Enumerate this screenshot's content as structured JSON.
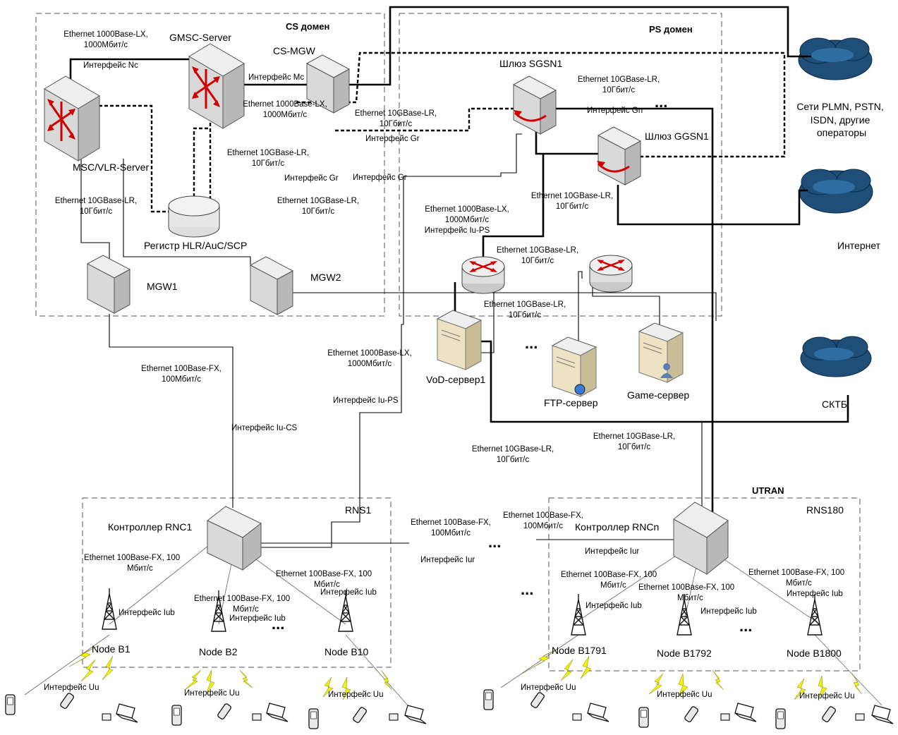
{
  "domains": {
    "cs": "CS домен",
    "ps": "PS домен",
    "utran": "UTRAN",
    "rns1": "RNS1",
    "rns180": "RNS180"
  },
  "nodes": {
    "gmsc": "GMSC-Server",
    "csmgw": "CS-MGW",
    "msc": "MSC/VLR-Server",
    "hlr": "Регистр HLR/AuC/SCP",
    "mgw1": "MGW1",
    "mgw2": "MGW2",
    "sgsn": "Шлюз SGSN1",
    "ggsn": "Шлюз GGSN1",
    "vod": "VoD-сервер1",
    "ftp": "FTP-сервер",
    "game": "Game-сервер",
    "rnc1": "Контроллер RNC1",
    "rncn": "Контроллер RNCn",
    "nb1": "Node B1",
    "nb2": "Node B2",
    "nb10": "Node B10",
    "nb1791": "Node B1791",
    "nb1792": "Node B1792",
    "nb1800": "Node B1800"
  },
  "clouds": {
    "plmn": [
      "Сети PLMN, PSTN,",
      "ISDN, другие",
      "операторы"
    ],
    "internet": "Интернет",
    "sktb": "СКТБ"
  },
  "labels": {
    "gbe_lx_a": [
      "Ethernet 1000Base-LX,",
      "1000Мбит/с"
    ],
    "nc": "Интерфейс Nc",
    "mc": "Интерфейс Mc",
    "gbe_lx_b": [
      "Ethernet 1000Base-LX,",
      "1000Мбит/с"
    ],
    "lr_sgsn": [
      "Ethernet 10GBase-LR,",
      "10Гбит/с"
    ],
    "gn": "Интерфейс Gn",
    "lr_cs1": [
      "Ethernet 10GBase-LR,",
      "10Гбит/с"
    ],
    "gr1": "Интерфейс Gr",
    "lr_cs2": [
      "Ethernet 10GBase-LR,",
      "10Гбит/с"
    ],
    "gr2": "Интерфейс Gr",
    "gr3": "Интерфейс Gr",
    "lr_msc": [
      "Ethernet 10GBase-LR,",
      "10Гбит/с"
    ],
    "lr_hlr": [
      "Ethernet 10GBase-LR,",
      "10Гбит/с"
    ],
    "lr_ggsn": [
      "Ethernet 10GBase-LR,",
      "10Гбит/с"
    ],
    "gbe_iups": [
      "Ethernet 1000Base-LX,",
      "1000Мбит/с",
      "Интерфейс Iu-PS"
    ],
    "lr_router": [
      "Ethernet 10GBase-LR,",
      "10Гбит/с"
    ],
    "lr_mid": [
      "Ethernet 10GBase-LR,",
      "10Гбит/с"
    ],
    "gbe_mid": [
      "Ethernet 1000Base-LX,",
      "1000Мбит/с"
    ],
    "fx_mgw1": [
      "Ethernet 100Base-FX,",
      "100Мбит/с"
    ],
    "iups": "Интерфейс Iu-PS",
    "iucs": "Интерфейс Iu-CS",
    "lr_low1": [
      "Ethernet 10GBase-LR,",
      "10Гбит/с"
    ],
    "lr_low2": [
      "Ethernet 10GBase-LR,",
      "10Гбит/с"
    ],
    "fx_iur1": [
      "Ethernet 100Base-FX,",
      "100Мбит/с"
    ],
    "fx_iur2": [
      "Ethernet 100Base-FX,",
      "100Мбит/с"
    ],
    "iur1": "Интерфейс Iur",
    "iur2": "Интерфейс Iur",
    "fx_nb1": [
      "Ethernet 100Base-FX, 100",
      "Мбит/с"
    ],
    "iub1": "Интерфейс Iub",
    "fx_nb2": [
      "Ethernet 100Base-FX, 100",
      "Мбит/с"
    ],
    "iub2": "Интерфейс Iub",
    "fx_nb10": [
      "Ethernet 100Base-FX, 100",
      "Мбит/с"
    ],
    "iub10": "Интерфейс Iub",
    "fx_nb1791": [
      "Ethernet 100Base-FX, 100",
      "Мбит/с"
    ],
    "iub1791": "Интерфейс Iub",
    "fx_nb1792": [
      "Ethernet 100Base-FX, 100",
      "Мбит/с"
    ],
    "iub1792": "Интерфейс Iub",
    "fx_nb1800": [
      "Ethernet 100Base-FX, 100",
      "Мбит/с"
    ],
    "iub1800": "Интерфейс Iub",
    "uu1": "Интерфейс Uu",
    "uu2": "Интерфейс Uu",
    "uu3": "Интерфейс Uu",
    "uu4": "Интерфейс Uu",
    "uu5": "Интерфейс Uu",
    "uu6": "Интерфейс Uu"
  },
  "ellipsis": "..."
}
